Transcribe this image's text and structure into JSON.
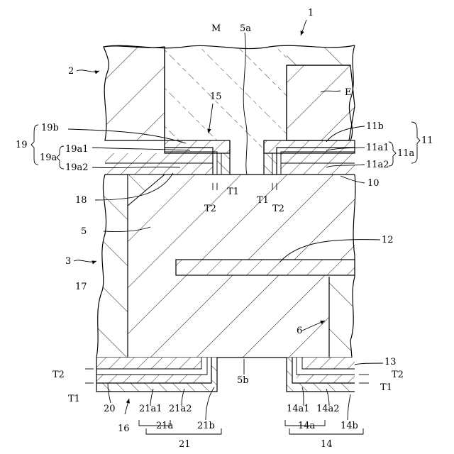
{
  "labels": {
    "n1": "1",
    "n2": "2",
    "n3": "3",
    "nM": "M",
    "n5a": "5a",
    "nE": "E",
    "n15": "15",
    "n19b": "19b",
    "n19": "19",
    "n19a1": "19a1",
    "n19a": "19a",
    "n19a2": "19a2",
    "n11b": "11b",
    "n11": "11",
    "n11a1": "11a1",
    "n11a": "11a",
    "n11a2": "11a2",
    "n10": "10",
    "nT1a": "T1",
    "nT2a": "T2",
    "nT1b": "T1",
    "nT2b": "T2",
    "n18": "18",
    "n5": "5",
    "n12": "12",
    "n17": "17",
    "n6": "6",
    "n13": "13",
    "nT2c": "T2",
    "nT1c": "T1",
    "nT2d": "T2",
    "nT1d": "T1",
    "n5b": "5b",
    "n20": "20",
    "n21a1": "21a1",
    "n21a2": "21a2",
    "n16": "16",
    "n21a": "21a",
    "n21b": "21b",
    "n21": "21",
    "n14a1": "14a1",
    "n14a2": "14a2",
    "n14a": "14a",
    "n14b": "14b",
    "n14": "14"
  }
}
